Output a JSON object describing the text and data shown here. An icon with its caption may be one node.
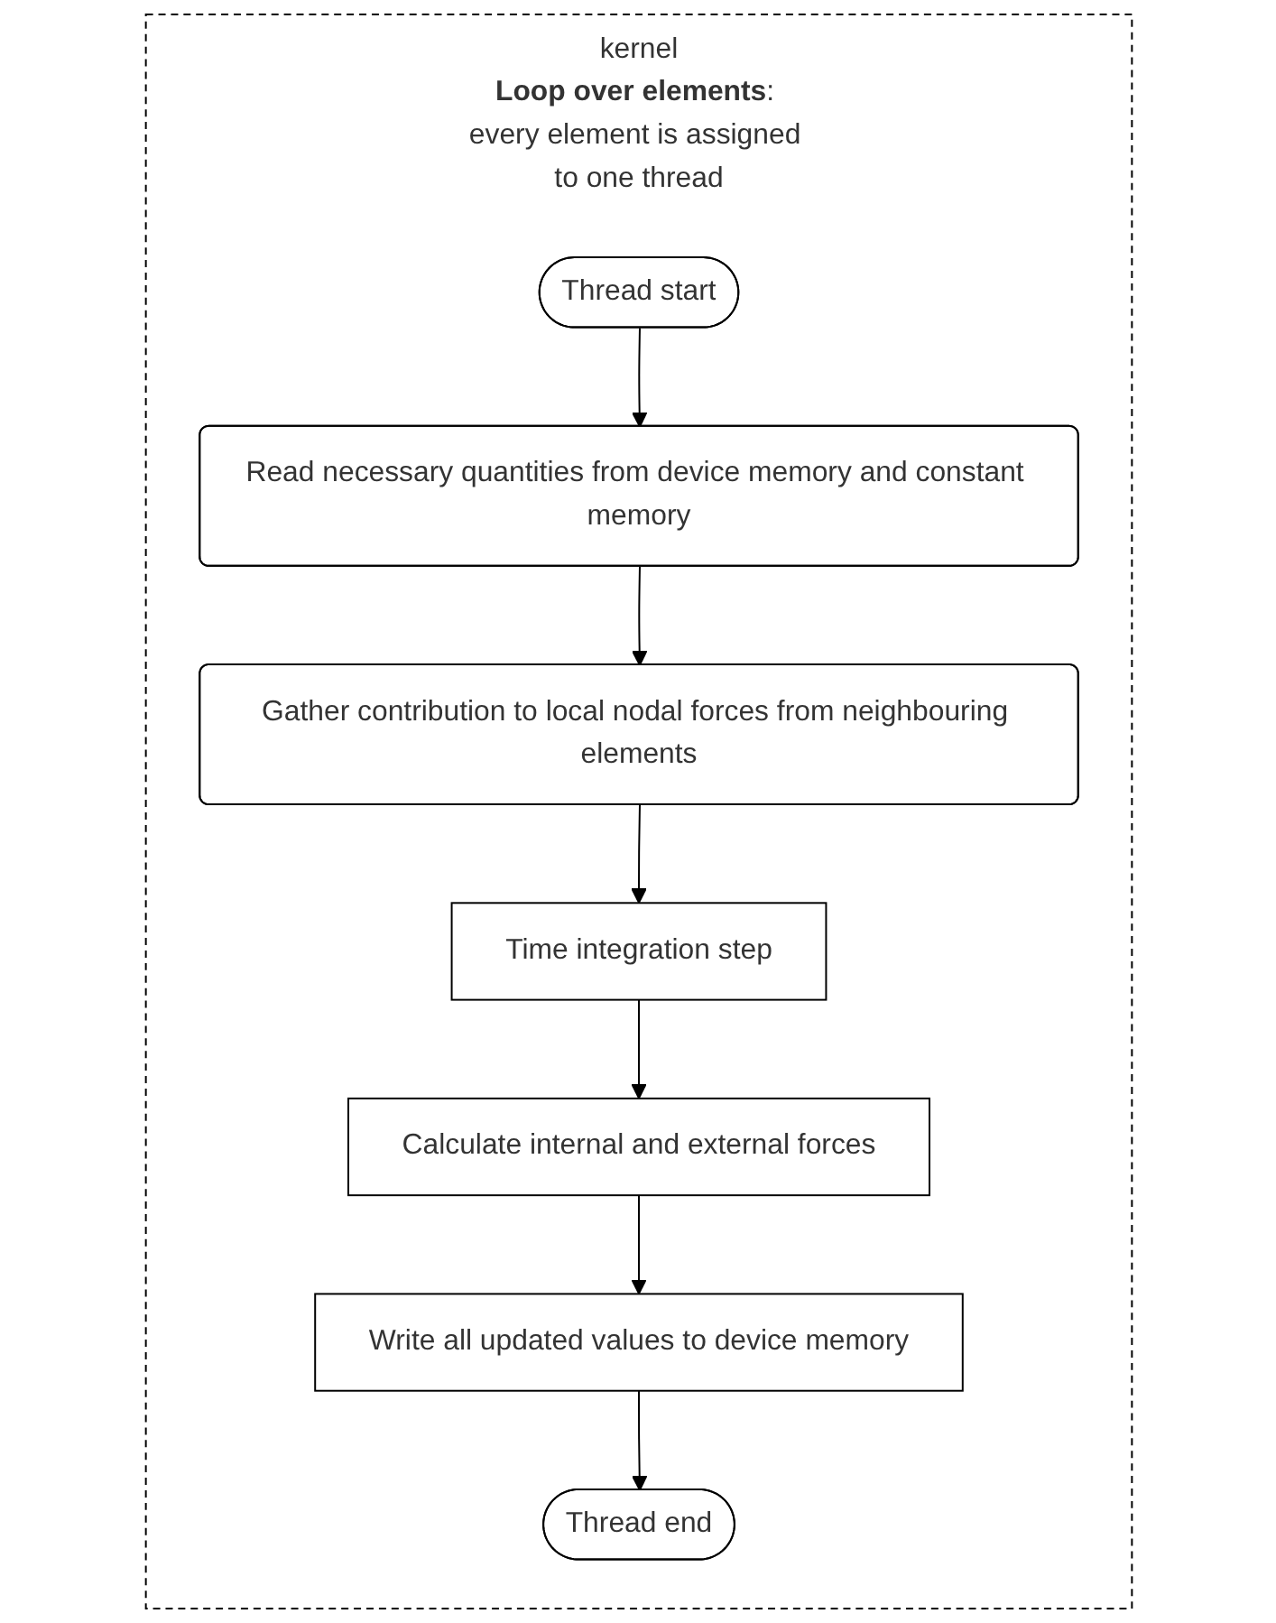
{
  "diagram": {
    "nodes": [
      {
        "text": [
          "kernel",
          "**Loop over elements**: every element is assigned to one thread"
        ]
      },
      {
        "text": [
          "Thread start"
        ],
        "in": 0
      },
      {
        "text": [
          "Read necessary quantities from device memory and constant memory"
        ],
        "in": 0
      },
      {
        "text": [
          "Gather contribution to local nodal forces from neighbouring elements"
        ],
        "in": 0
      },
      {
        "text": [
          "Time integration step"
        ],
        "in": 0
      },
      {
        "text": [
          "Calculate internal and external forces"
        ],
        "in": 0
      },
      {
        "text": [
          "Write all updated values to device memory"
        ],
        "in": 0
      },
      {
        "text": [
          "Thread end"
        ],
        "in": 0
      }
    ],
    "edges": [
      {
        "from": 1,
        "to": 2,
        "arrow": "to"
      },
      {
        "from": 2,
        "to": 3,
        "arrow": "to"
      },
      {
        "from": 3,
        "to": 4,
        "arrow": "to"
      },
      {
        "from": 4,
        "to": 5,
        "arrow": "to"
      },
      {
        "from": 5,
        "to": 6,
        "arrow": "to"
      },
      {
        "from": 6,
        "to": 7,
        "arrow": "to"
      }
    ]
  }
}
